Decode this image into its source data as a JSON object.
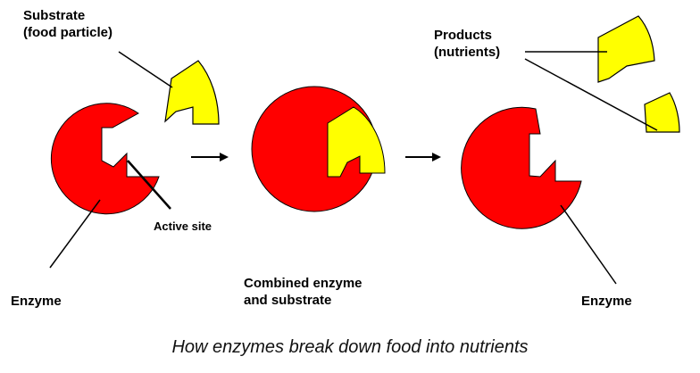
{
  "labels": {
    "substrate_line1": "Substrate",
    "substrate_line2": "(food particle)",
    "products_line1": "Products",
    "products_line2": "(nutrients)",
    "active_site": "Active site",
    "enzyme_left": "Enzyme",
    "combined_line1": "Combined enzyme",
    "combined_line2": "and substrate",
    "enzyme_right": "Enzyme",
    "caption": "How enzymes break down food into nutrients"
  },
  "colors": {
    "enzyme": "#ff0000",
    "substrate": "#ffff00",
    "outline": "#000000"
  }
}
